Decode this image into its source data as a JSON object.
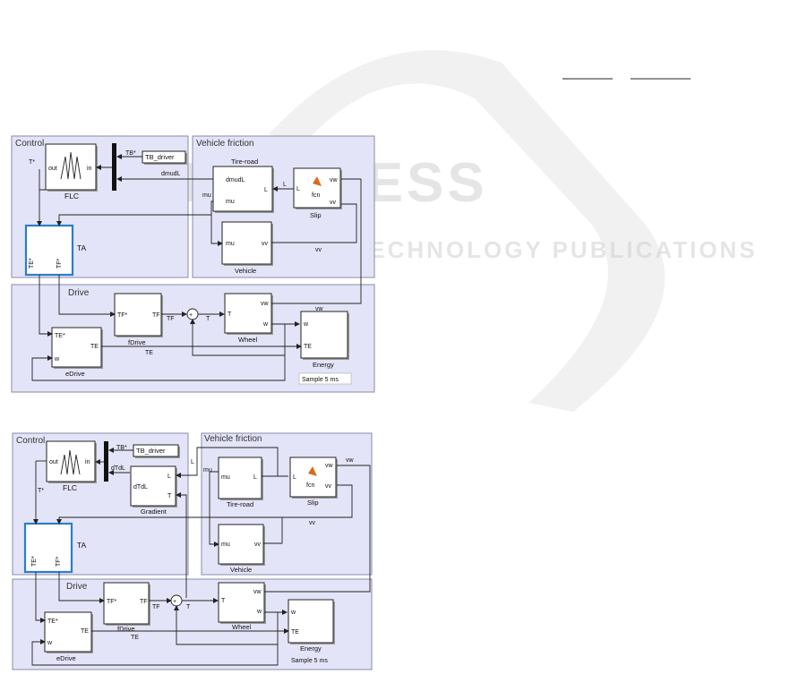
{
  "watermark": {
    "brand": "SCITEPRESS",
    "subtitle": "SCIENCE AND TECHNOLOGY PUBLICATIONS"
  },
  "top": {
    "control": {
      "title": "Control",
      "flc": "FLC",
      "out": "out",
      "in": "in",
      "tstar": "T*",
      "tbstar": "TB*",
      "tb_driver": "TB_driver",
      "dmudl": "dmudL",
      "ta": "TA",
      "te_star": "TE*",
      "tf_star": "TF*"
    },
    "friction": {
      "title": "Vehicle friction",
      "tire": "Tire-road",
      "dmudl_in": "dmudL",
      "mu": "mu",
      "L": "L",
      "slip": "Slip",
      "fcn": "fcn",
      "vw": "vw",
      "vv": "vv",
      "vehicle": "Vehicle",
      "mu_v": "mu",
      "vv_v": "vv",
      "mu_label": "mu",
      "L_label": "L",
      "vv_label": "vv"
    },
    "drive": {
      "title": "Drive",
      "fdrive": "fDrive",
      "tf_in": "TF*",
      "tf_out": "TF",
      "tf_label": "TF",
      "t_label": "T",
      "wheel": "Wheel",
      "wheel_t": "T",
      "wheel_vw": "vw",
      "wheel_w": "w",
      "vw_label": "vw",
      "energy": "Energy",
      "energy_w": "w",
      "energy_te": "TE",
      "sample": "Sample 5 ms",
      "edrive": "eDrive",
      "edrive_te_in": "TE*",
      "edrive_te": "TE",
      "edrive_w": "w",
      "te_label": "TE"
    }
  },
  "bottom": {
    "control": {
      "title": "Control",
      "flc": "FLC",
      "out": "out",
      "in": "in",
      "tstar": "T*",
      "tbstar": "TB*",
      "tb_driver": "TB_driver",
      "dtdl": "dTdL",
      "gradient": "Gradient",
      "grad_in": "dTdL",
      "grad_L": "L",
      "grad_T": "T",
      "ta": "TA",
      "te_star": "TE*",
      "tf_star": "TF*",
      "L_label": "L"
    },
    "friction": {
      "title": "Vehicle friction",
      "tire": "Tire-road",
      "mu": "mu",
      "L": "L",
      "slip": "Slip",
      "fcn": "fcn",
      "vw": "vw",
      "vv": "vv",
      "vehicle": "Vehicle",
      "mu_v": "mu",
      "vv_v": "vv",
      "mu_label": "mu",
      "vv_label": "vv",
      "vw_label": "vw"
    },
    "drive": {
      "title": "Drive",
      "fdrive": "fDrive",
      "tf_in": "TF*",
      "tf_out": "TF",
      "tf_label": "TF",
      "t_label": "T",
      "wheel": "Wheel",
      "wheel_t": "T",
      "wheel_vw": "vw",
      "wheel_w": "w",
      "energy": "Energy",
      "energy_w": "w",
      "energy_te": "TE",
      "sample": "Sample 5 ms",
      "edrive": "eDrive",
      "edrive_te_in": "TE*",
      "edrive_te": "TE",
      "edrive_w": "w",
      "te_label": "TE"
    }
  }
}
